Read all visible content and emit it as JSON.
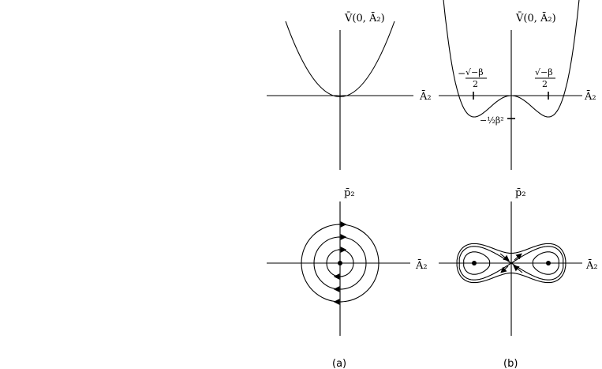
{
  "panel_a": {
    "potential_label": "V̄(0, Ā₂)",
    "x_axis_label": "Ā₂",
    "phase_y_label": "p̄₂",
    "phase_x_label": "Ā₂",
    "caption": "(a)"
  },
  "panel_b": {
    "potential_label": "V̄(0, Ā₂)",
    "x_axis_label": "Ā₂",
    "left_min": {
      "sign": "−",
      "numerator": "√−β",
      "denominator": "2"
    },
    "right_min": {
      "sign": "",
      "numerator": "√−β",
      "denominator": "2"
    },
    "depth_label": "−½β²",
    "phase_y_label": "p̄₂",
    "phase_x_label": "Ā₂",
    "caption": "(b)"
  }
}
